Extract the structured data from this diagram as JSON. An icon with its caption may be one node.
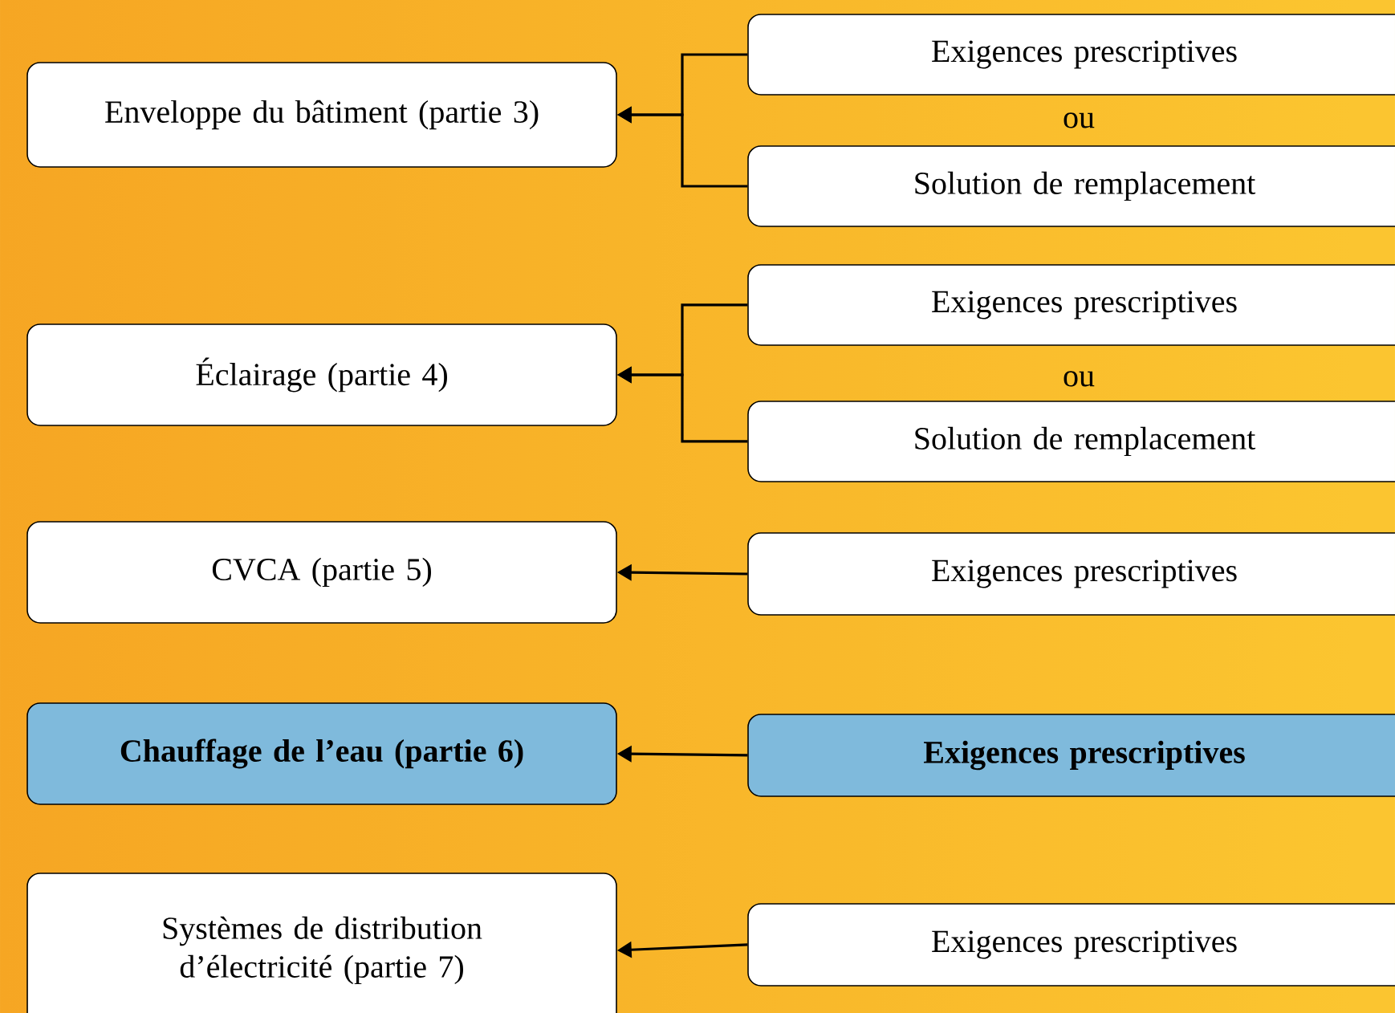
{
  "diagram": {
    "nodes": [
      {
        "text": [
          "Enveloppe du bâtiment (partie 3)"
        ]
      },
      {
        "text": [
          "Exigences prescriptives"
        ]
      },
      {
        "text": [
          "Solution de remplacement"
        ]
      },
      {
        "text": [
          "Éclairage (partie  4)"
        ]
      },
      {
        "text": [
          "Exigences prescriptives"
        ]
      },
      {
        "text": [
          "Solution de remplacement"
        ]
      },
      {
        "text": [
          "CVCA (partie 5)"
        ]
      },
      {
        "text": [
          "Exigences prescriptives"
        ]
      },
      {
        "text": [
          "Chauffage de l’eau (partie 6)"
        ]
      },
      {
        "text": [
          "Exigences prescriptives"
        ]
      },
      {
        "text": [
          "Systèmes de distribution d’électricité (partie 7)"
        ]
      },
      {
        "text": [
          "Exigences prescriptives"
        ]
      }
    ],
    "edges": [
      {
        "from": 1,
        "to": 0,
        "arrow": "to"
      },
      {
        "from": 2,
        "to": 0,
        "arrow": "to"
      },
      {
        "from": 4,
        "to": 3,
        "arrow": "to"
      },
      {
        "from": 5,
        "to": 3,
        "arrow": "to"
      },
      {
        "from": 7,
        "to": 6,
        "arrow": "to"
      },
      {
        "from": 9,
        "to": 8,
        "arrow": "to"
      },
      {
        "from": 11,
        "to": 10,
        "arrow": "to"
      }
    ],
    "labels": [
      "ou",
      "ou"
    ]
  }
}
